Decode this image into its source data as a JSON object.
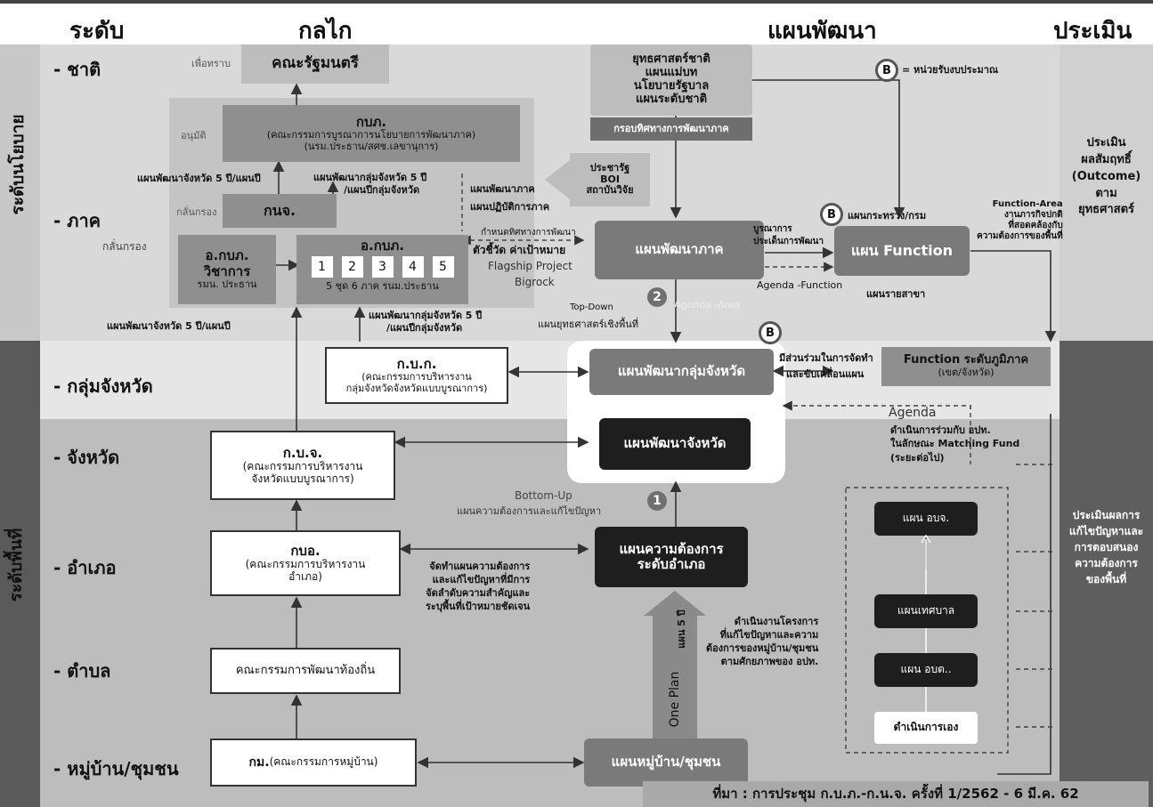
{
  "headers": {
    "level": "ระดับ",
    "mechanism": "กลไก",
    "plan": "แผนพัฒนา",
    "evaluation": "ประเมิน"
  },
  "sides": {
    "policy": "ระดับนโยบาย",
    "area": "ระดับพื้นที่"
  },
  "levels": {
    "nation": "- ชาติ",
    "region": "- ภาค",
    "province_group": "- กลุ่มจังหวัด",
    "province": "- จังหวัด",
    "district": "- อำเภอ",
    "subdistrict": "- ตำบล",
    "village": "- หมู่บ้าน/ชุมชน"
  },
  "mechanism": {
    "cabinet": "คณะรัฐมนตรี",
    "for_info": "เพื่อทราบ",
    "approve": "อนุมัติ",
    "screen1": "กลั่นกรอง",
    "screen2": "กลั่นกรอง",
    "kbp_title": "กบภ.",
    "kbp_l1": "(คณะกรรมการบูรณาการนโยบายการพัฒนาภาค)",
    "kbp_l2": "(นรม.ประธาน/สศช.เลขานุการ)",
    "knj": "กนจ.",
    "akbp_acad_title": "อ.กบภ.",
    "akbp_acad_sub": "วิชาการ",
    "akbp_acad_chair": "รมน. ประธาน",
    "akbp_title": "อ.กบภ.",
    "akbp_nums": [
      "1",
      "2",
      "3",
      "4",
      "5"
    ],
    "akbp_caption": "5 ชุด 6 ภาค รนม.ประธาน",
    "kbk_title": "ก.บ.ก.",
    "kbk_l1": "(คณะกรรมการบริหารงาน",
    "kbk_l2": "กลุ่มจังหวัดจังหวัดแบบบูรณาการ)",
    "kbj_title": "ก.บ.จ.",
    "kbj_l1": "(คณะกรรมการบริหารงาน",
    "kbj_l2": "จังหวัดแบบบูรณาการ)",
    "kbo_title": "กบอ.",
    "kbo_l1": "(คณะกรรมการบริหารงาน",
    "kbo_l2": "อำเภอ)",
    "local_cmte": "คณะกรรมการพัฒนาท้องถิ่น",
    "km_bold": "กม.",
    "km_rest": " (คณะกรรมการหมู่บ้าน)"
  },
  "labels": {
    "prov_plan_5y": "แผนพัฒนาจังหวัด 5 ปี/แผนปี",
    "prov_group_plan_5y": "แผนพัฒนากลุ่มจังหวัด 5 ปี",
    "prov_group_plan_5y_b": "/แผนปีกลุ่มจังหวัด",
    "regional_plan": "แผนพัฒนาภาค",
    "regional_action": "แผนปฏิบัติการภาค",
    "define_direction": "กำหนดทิศทางการพัฒนา",
    "indicators": "ตัวชี้วัด ค่าเป้าหมาย",
    "flagship": "Flagship Project",
    "bigrock": "Bigrock",
    "integrate": "บูรณาการ",
    "dev_issues": "ประเด็นการพัฒนา",
    "agenda_function": "Agenda -Function",
    "top_down": "Top-Down",
    "agenda_area": "Agenda -Area",
    "area_strategy": "แผนยุทธศาสตร์เชิงพื้นที่",
    "participate": "มีส่วนร่วมในการจัดทำ",
    "drive": "และขับเคลื่อนแผน",
    "bottom_up": "Bottom-Up",
    "needs_solve": "แผนความต้องการและแก้ไขปัญหา",
    "district_note": [
      "จัดทำแผนความต้องการ",
      "และแก้ไขปัญหาที่มีการ",
      "จัดลำดับความสำคัญและ",
      "ระบุพื้นที่เป้าหมายชัดเจน"
    ],
    "project_note": [
      "ดำเนินงานโครงการ",
      "ที่แก้ไขปัญหาและความ",
      "ต้องการของหมู่บ้าน/ชุมชน",
      "ตามศักยภาพของ อปท."
    ],
    "agenda": "Agenda",
    "matching1": "ดำเนินการร่วมกับ อปท.",
    "matching2": "ในลักษณะ Matching Fund",
    "matching3": "(ระยะต่อไป)",
    "ministry_plan": "แผนกระทรวง/กรม",
    "sector_plan": "แผนรายสาขา",
    "function_area1": "Function-Area",
    "function_area2": "งานภารกิจปกติ",
    "function_area3": "ที่สอดคล้องกับ",
    "function_area4": "ความต้องการของพื้นที่",
    "budget_unit": "= หน่วยรับงบประมาณ",
    "one_plan": "One Plan",
    "plan_5y": "แผน 5 ปี",
    "source": "ที่มา : การประชุม ก.บ.ภ.-ก.น.จ. ครั้งที่ 1/2562 - 6 มี.ค. 62"
  },
  "plans": {
    "national_l1": "ยุทธศาสตร์ชาติ",
    "national_l2": "แผนแม่บท",
    "national_l3": "นโยบายรัฐบาล",
    "national_l4": "แผนระดับชาติ",
    "frame": "กรอบทิศทางการพัฒนาภาค",
    "stakeholders_l1": "ประชารัฐ",
    "stakeholders_l2": "BOI",
    "stakeholders_l3": "สถาบันวิจัย",
    "regional": "แผนพัฒนาภาค",
    "function": "แผน Function",
    "province_group": "แผนพัฒนากลุ่มจังหวัด",
    "province": "แผนพัฒนาจังหวัด",
    "district_l1": "แผนความต้องการ",
    "district_l2": "ระดับอำเภอ",
    "village": "แผนหมู่บ้าน/ชุมชน",
    "function_regional_l1": "Function ระดับภูมิภาค",
    "function_regional_l2": "(เขต/จังหวัด)",
    "pao": "แผน อบจ.",
    "municipal": "แผนเทศบาล",
    "sao": "แผน อบต..",
    "self": "ดำเนินการเอง"
  },
  "evaluation": {
    "policy": [
      "ประเมิน",
      "ผลสัมฤทธิ์",
      "(Outcome)",
      "ตาม",
      "ยุทธศาสตร์"
    ],
    "area": [
      "ประเมินผลการ",
      "แก้ไขปัญหาและ",
      "การตอบสนอง",
      "ความต้องการ",
      "ของพื้นที่"
    ]
  },
  "badges": {
    "one": "1",
    "two": "2",
    "budget": "B"
  }
}
